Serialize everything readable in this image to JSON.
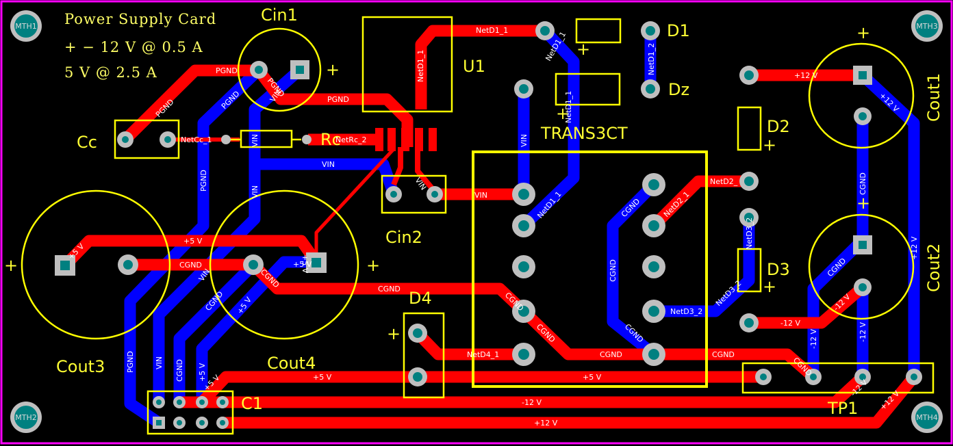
{
  "board_title": {
    "line1": "Power Supply Card",
    "line2": "+ − 12 V @ 0.5 A",
    "line3": "5 V @ 2.5 A"
  },
  "mounting_holes": {
    "mth1": "MTH1",
    "mth2": "MTH2",
    "mth3": "MTH3",
    "mth4": "MTH4"
  },
  "designators": {
    "cin1": "Cin1",
    "cin2": "Cin2",
    "u1": "U1",
    "d1": "D1",
    "dz": "Dz",
    "trans": "TRANS3CT",
    "d2": "D2",
    "d3": "D3",
    "d4": "D4",
    "cc": "Cc",
    "rc": "Rc",
    "cout1": "Cout1",
    "cout2": "Cout2",
    "cout3": "Cout3",
    "cout4": "Cout4",
    "c1": "C1",
    "tp1": "TP1"
  },
  "polarity_marks": {
    "cin1_plus": "+",
    "cout1_plus": "+",
    "cout2_plus": "+",
    "cout3_plus": "+",
    "cout4_plus": "+",
    "d1_plus": "+",
    "dz_plus": "+",
    "d2_plus": "+",
    "d3_plus": "+",
    "d4_plus": "+"
  },
  "net_labels": {
    "netd1_1_top": "NetD1_1",
    "netd1_1_u1": "NetD1_1",
    "netd1_1_trace_a": "NetD1_1",
    "netd1_1_trace_b": "NetD1_1",
    "netd1_1_trans": "NetD1_1",
    "netd1_2": "NetD1_2",
    "pgnd_a": "PGND",
    "pgnd_b": "PGND",
    "pgnd_c": "PGND",
    "pgnd_d": "PGND",
    "pgnd_e": "PGND",
    "pgnd_f": "PGND",
    "pgnd_g": "PGND",
    "netcc_1": "NetCc_1",
    "netrc_2": "NetRc_2",
    "vin_a": "VIN",
    "vin_b": "VIN",
    "vin_c": "VIN",
    "vin_d": "VIN",
    "vin_e": "VIN",
    "vin_f": "VIN",
    "vin_g": "VIN",
    "vin_h": "VIN",
    "vin_i": "VIN",
    "p5v_a": "+5 V",
    "p5v_b": "+5 V",
    "p5v_c": "+5 V",
    "p5v_d": "+5 V",
    "p5v_e": "+5 V",
    "p5v_f": "+5 V",
    "p5v_g": "+5 V",
    "p5v_h": "+5 V",
    "p5v_i": "+5 V",
    "cgnd_a": "CGND",
    "cgnd_b": "CGND",
    "cgnd_c": "CGND",
    "cgnd_d": "CGND",
    "cgnd_e": "CGND",
    "cgnd_f": "CGND",
    "cgnd_g": "CGND",
    "cgnd_h": "CGND",
    "cgnd_i": "CGND",
    "cgnd_j": "CGND",
    "cgnd_k": "CGND",
    "cgnd_l": "CGND",
    "cgnd_m": "CGND",
    "cgnd_n": "CGND",
    "cgnd_o": "CGND",
    "p12v_a": "+12 V",
    "p12v_b": "+12 V",
    "p12v_c": "+12 V",
    "p12v_d": "+12 V",
    "p12v_e": "+12 V",
    "m12v_a": "-12 V",
    "m12v_b": "-12 V",
    "m12v_c": "-12 V",
    "m12v_d": "-12 V",
    "m12v_e": "-12 V",
    "m12v_f": "-12 V",
    "netd2_1": "NetD2_1",
    "netd2_2": "NetD2_",
    "netd3_2_a": "NetD3_2",
    "netd3_2_b": "NetD3_2",
    "netd3_2_c": "NetD3_2",
    "netd4_1": "NetD4_1"
  },
  "colors": {
    "background": "#000000",
    "board_outline": "#ff00ff",
    "top_copper": "#ff0000",
    "bottom_copper": "#0000ff",
    "silkscreen": "#ffff00",
    "pad": "#bfbfbf",
    "pad_hole": "#008080",
    "net_text": "#ffffff"
  }
}
